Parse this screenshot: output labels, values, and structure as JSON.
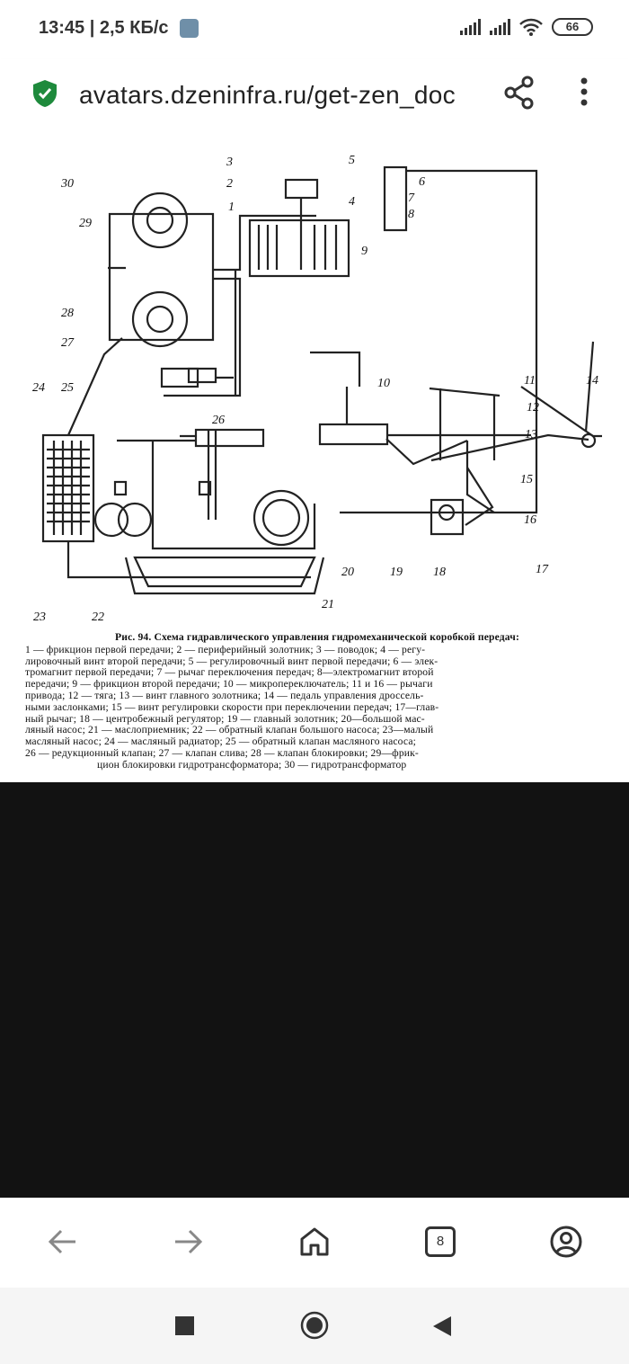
{
  "status_bar": {
    "time": "13:45",
    "speed": "2,5 КБ/с",
    "battery": "66"
  },
  "browser": {
    "url": "avatars.dzeninfra.ru/get-zen_doc",
    "tabs_count": "8",
    "secure_color": "#1e8a3c"
  },
  "diagram": {
    "labels": [
      "1",
      "2",
      "3",
      "4",
      "5",
      "6",
      "7",
      "8",
      "9",
      "10",
      "11",
      "12",
      "13",
      "14",
      "15",
      "16",
      "17",
      "18",
      "19",
      "20",
      "21",
      "22",
      "23",
      "24",
      "25",
      "26",
      "27",
      "28",
      "29",
      "30"
    ]
  },
  "caption": {
    "title": "Рис. 94. Схема гидравлического управления гидромеханической коробкой передач:",
    "lines": [
      "1 — фрикцион первой передачи; 2 — периферийный золотник; 3 — поводок; 4 — регу-",
      "лировочный винт второй передачи; 5 — регулировочный винт первой передачи; 6 — элек-",
      "тромагнит первой передачи; 7 — рычаг переключения передач; 8—электромагнит второй",
      "передачи; 9 — фрикцион второй передачи; 10 — микропереключатель; 11 и 16 — рычаги",
      "привода; 12 — тяга; 13 — винт главного золотника; 14 — педаль управления дроссель-",
      "ными заслонками; 15 — винт регулировки скорости при переключении передач; 17—глав-",
      "ный рычаг; 18 — центробежный регулятор; 19 — главный золотник; 20—большой мас-",
      "ляный насос; 21 — маслоприемник; 22 — обратный клапан большого насоса; 23—малый",
      "масляный насос; 24 — масляный радиатор; 25 — обратный клапан масляного насоса;",
      "26 — редукционный клапан; 27 — клапан слива; 28 — клапан блокировки; 29—фрик-",
      "цион блокировки гидротрансформатора; 30 — гидротрансформатор"
    ]
  }
}
